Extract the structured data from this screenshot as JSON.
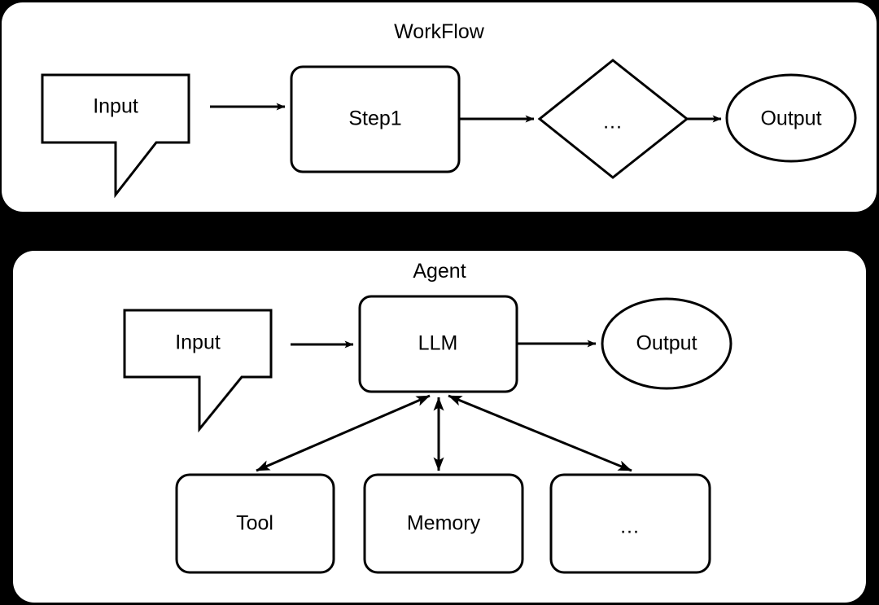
{
  "diagram": {
    "title_hidden": "",
    "background_color": "#000000",
    "panel_color": "#ffffff",
    "stroke_color": "#000000"
  },
  "panels": [
    {
      "id": "workflow",
      "title": "WorkFlow",
      "nodes": [
        {
          "id": "wf-input",
          "label": "Input",
          "shape": "callout"
        },
        {
          "id": "wf-step1",
          "label": "Step1",
          "shape": "rounded-rect"
        },
        {
          "id": "wf-ellipsis",
          "label": "...",
          "shape": "diamond"
        },
        {
          "id": "wf-output",
          "label": "Output",
          "shape": "ellipse"
        }
      ],
      "edges": [
        {
          "from": "wf-input",
          "to": "wf-step1",
          "type": "arrow"
        },
        {
          "from": "wf-step1",
          "to": "wf-ellipsis",
          "type": "arrow"
        },
        {
          "from": "wf-ellipsis",
          "to": "wf-output",
          "type": "arrow"
        }
      ]
    },
    {
      "id": "agent",
      "title": "Agent",
      "nodes": [
        {
          "id": "ag-input",
          "label": "Input",
          "shape": "callout"
        },
        {
          "id": "ag-llm",
          "label": "LLM",
          "shape": "rounded-rect"
        },
        {
          "id": "ag-output",
          "label": "Output",
          "shape": "ellipse"
        },
        {
          "id": "ag-tool",
          "label": "Tool",
          "shape": "rounded-rect"
        },
        {
          "id": "ag-memory",
          "label": "Memory",
          "shape": "rounded-rect"
        },
        {
          "id": "ag-more",
          "label": "...",
          "shape": "rounded-rect"
        }
      ],
      "edges": [
        {
          "from": "ag-input",
          "to": "ag-llm",
          "type": "arrow"
        },
        {
          "from": "ag-llm",
          "to": "ag-output",
          "type": "arrow"
        },
        {
          "from": "ag-llm",
          "to": "ag-tool",
          "type": "double-arrow"
        },
        {
          "from": "ag-llm",
          "to": "ag-memory",
          "type": "double-arrow"
        },
        {
          "from": "ag-llm",
          "to": "ag-more",
          "type": "double-arrow"
        }
      ]
    }
  ]
}
